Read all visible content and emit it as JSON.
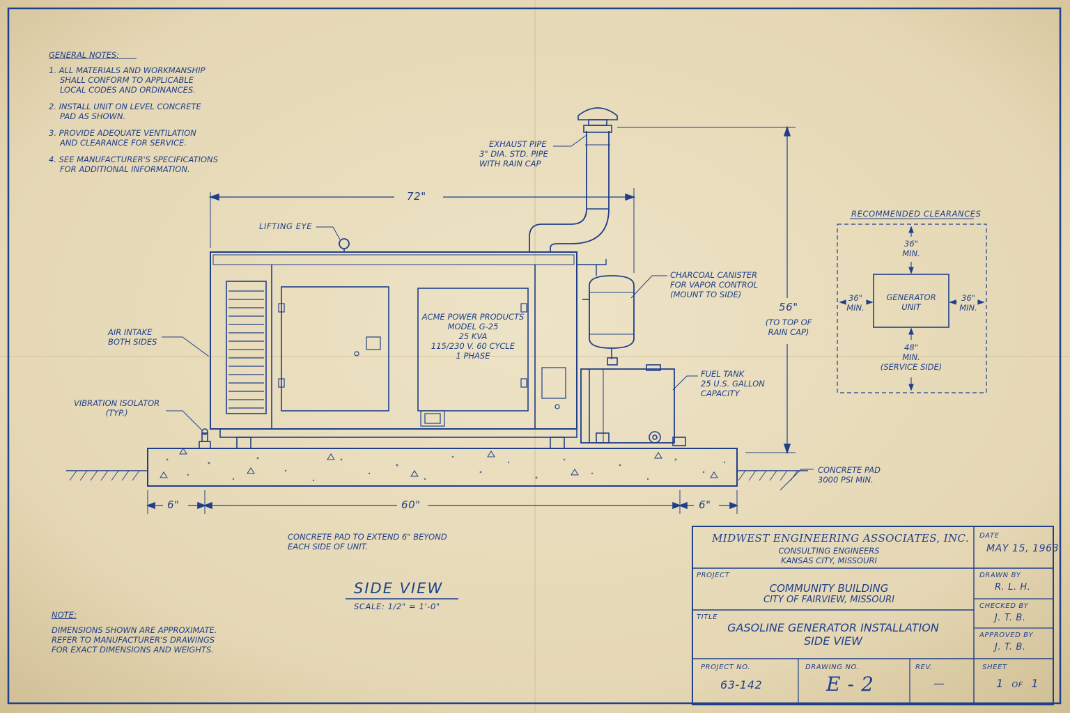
{
  "general_notes": {
    "heading": "GENERAL NOTES:",
    "items": [
      [
        "1. ALL MATERIALS AND WORKMANSHIP",
        "SHALL CONFORM TO APPLICABLE",
        "LOCAL CODES AND ORDINANCES."
      ],
      [
        "2. INSTALL UNIT ON LEVEL CONCRETE",
        "PAD AS SHOWN."
      ],
      [
        "3. PROVIDE ADEQUATE VENTILATION",
        "AND CLEARANCE FOR SERVICE."
      ],
      [
        "4. SEE MANUFACTURER'S SPECIFICATIONS",
        "FOR ADDITIONAL INFORMATION."
      ]
    ]
  },
  "callouts": {
    "exhaust": [
      "EXHAUST PIPE",
      "3\" DIA. STD. PIPE",
      "WITH RAIN CAP"
    ],
    "lifting_eye": "LIFTING EYE",
    "air_intake": [
      "AIR INTAKE",
      "BOTH SIDES"
    ],
    "vibration": [
      "VIBRATION ISOLATOR",
      "(TYP.)"
    ],
    "canister": [
      "CHARCOAL CANISTER",
      "FOR VAPOR CONTROL",
      "(MOUNT TO SIDE)"
    ],
    "fuel_tank": [
      "FUEL TANK",
      "25 U.S. GALLON",
      "CAPACITY"
    ],
    "concrete_pad": [
      "CONCRETE PAD",
      "3000 PSI MIN."
    ],
    "nameplate": [
      "ACME POWER PRODUCTS",
      "MODEL G-25",
      "25 KVA",
      "115/230 V. 60 CYCLE",
      "1 PHASE"
    ]
  },
  "dimensions": {
    "width_72": "72\"",
    "height_56": "56\"",
    "height_note": [
      "(TO TOP OF",
      "RAIN CAP)"
    ],
    "left_6": "6\"",
    "mid_60": "60\"",
    "right_6": "6\""
  },
  "pad_note": [
    "CONCRETE PAD TO EXTEND 6\" BEYOND",
    "EACH SIDE OF UNIT."
  ],
  "view": {
    "title": "SIDE VIEW",
    "scale": "SCALE: 1/2\" = 1'-0\""
  },
  "note": {
    "heading": "NOTE:",
    "lines": [
      "DIMENSIONS SHOWN ARE APPROXIMATE.",
      "REFER TO MANUFACTURER'S DRAWINGS",
      "FOR EXACT DIMENSIONS AND WEIGHTS."
    ]
  },
  "clearances": {
    "heading": "RECOMMENDED CLEARANCES",
    "top": [
      "36\"",
      "MIN."
    ],
    "left": [
      "36\"",
      "MIN."
    ],
    "right": [
      "36\"",
      "MIN."
    ],
    "bottom": [
      "48\"",
      "MIN.",
      "(SERVICE SIDE)"
    ],
    "unit": [
      "GENERATOR",
      "UNIT"
    ]
  },
  "title_block": {
    "firm": "MIDWEST ENGINEERING ASSOCIATES, INC.",
    "firm_sub": [
      "CONSULTING ENGINEERS",
      "KANSAS CITY, MISSOURI"
    ],
    "date_label": "DATE",
    "date": "MAY 15, 1963",
    "project_label": "PROJECT",
    "project": [
      "COMMUNITY BUILDING",
      "CITY OF FAIRVIEW, MISSOURI"
    ],
    "drawn_label": "DRAWN BY",
    "drawn": "R. L. H.",
    "checked_label": "CHECKED BY",
    "checked": "J. T. B.",
    "title_label": "TITLE",
    "title": [
      "GASOLINE GENERATOR INSTALLATION",
      "SIDE VIEW"
    ],
    "approved_label": "APPROVED BY",
    "approved": "J. T. B.",
    "project_no_label": "PROJECT NO.",
    "project_no": "63-142",
    "drawing_no_label": "DRAWING NO.",
    "drawing_no": "E - 2",
    "rev_label": "REV.",
    "rev": "—",
    "sheet_label": "SHEET",
    "sheet_a": "1",
    "sheet_of": "OF",
    "sheet_b": "1"
  },
  "colors": {
    "ink": "#1f3f8a",
    "paper": "#e8dcbc"
  }
}
